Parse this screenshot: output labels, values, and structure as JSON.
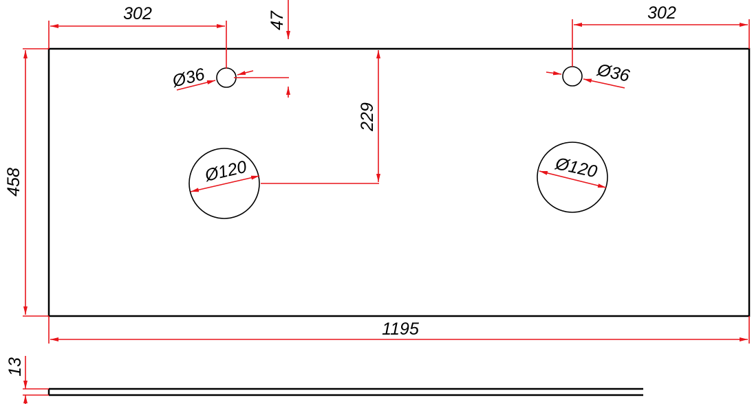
{
  "dimensions": {
    "left_tap_offset": "302",
    "right_tap_offset": "302",
    "tap_depth": "47",
    "left_tap_diameter": "Ø36",
    "right_tap_diameter": "Ø36",
    "basin_depth": "229",
    "left_basin_diameter": "Ø120",
    "right_basin_diameter": "Ø120",
    "top_depth": "458",
    "top_width": "1195",
    "top_thickness": "13"
  },
  "colors": {
    "outline": "#000000",
    "dimension": "#e8151b"
  }
}
